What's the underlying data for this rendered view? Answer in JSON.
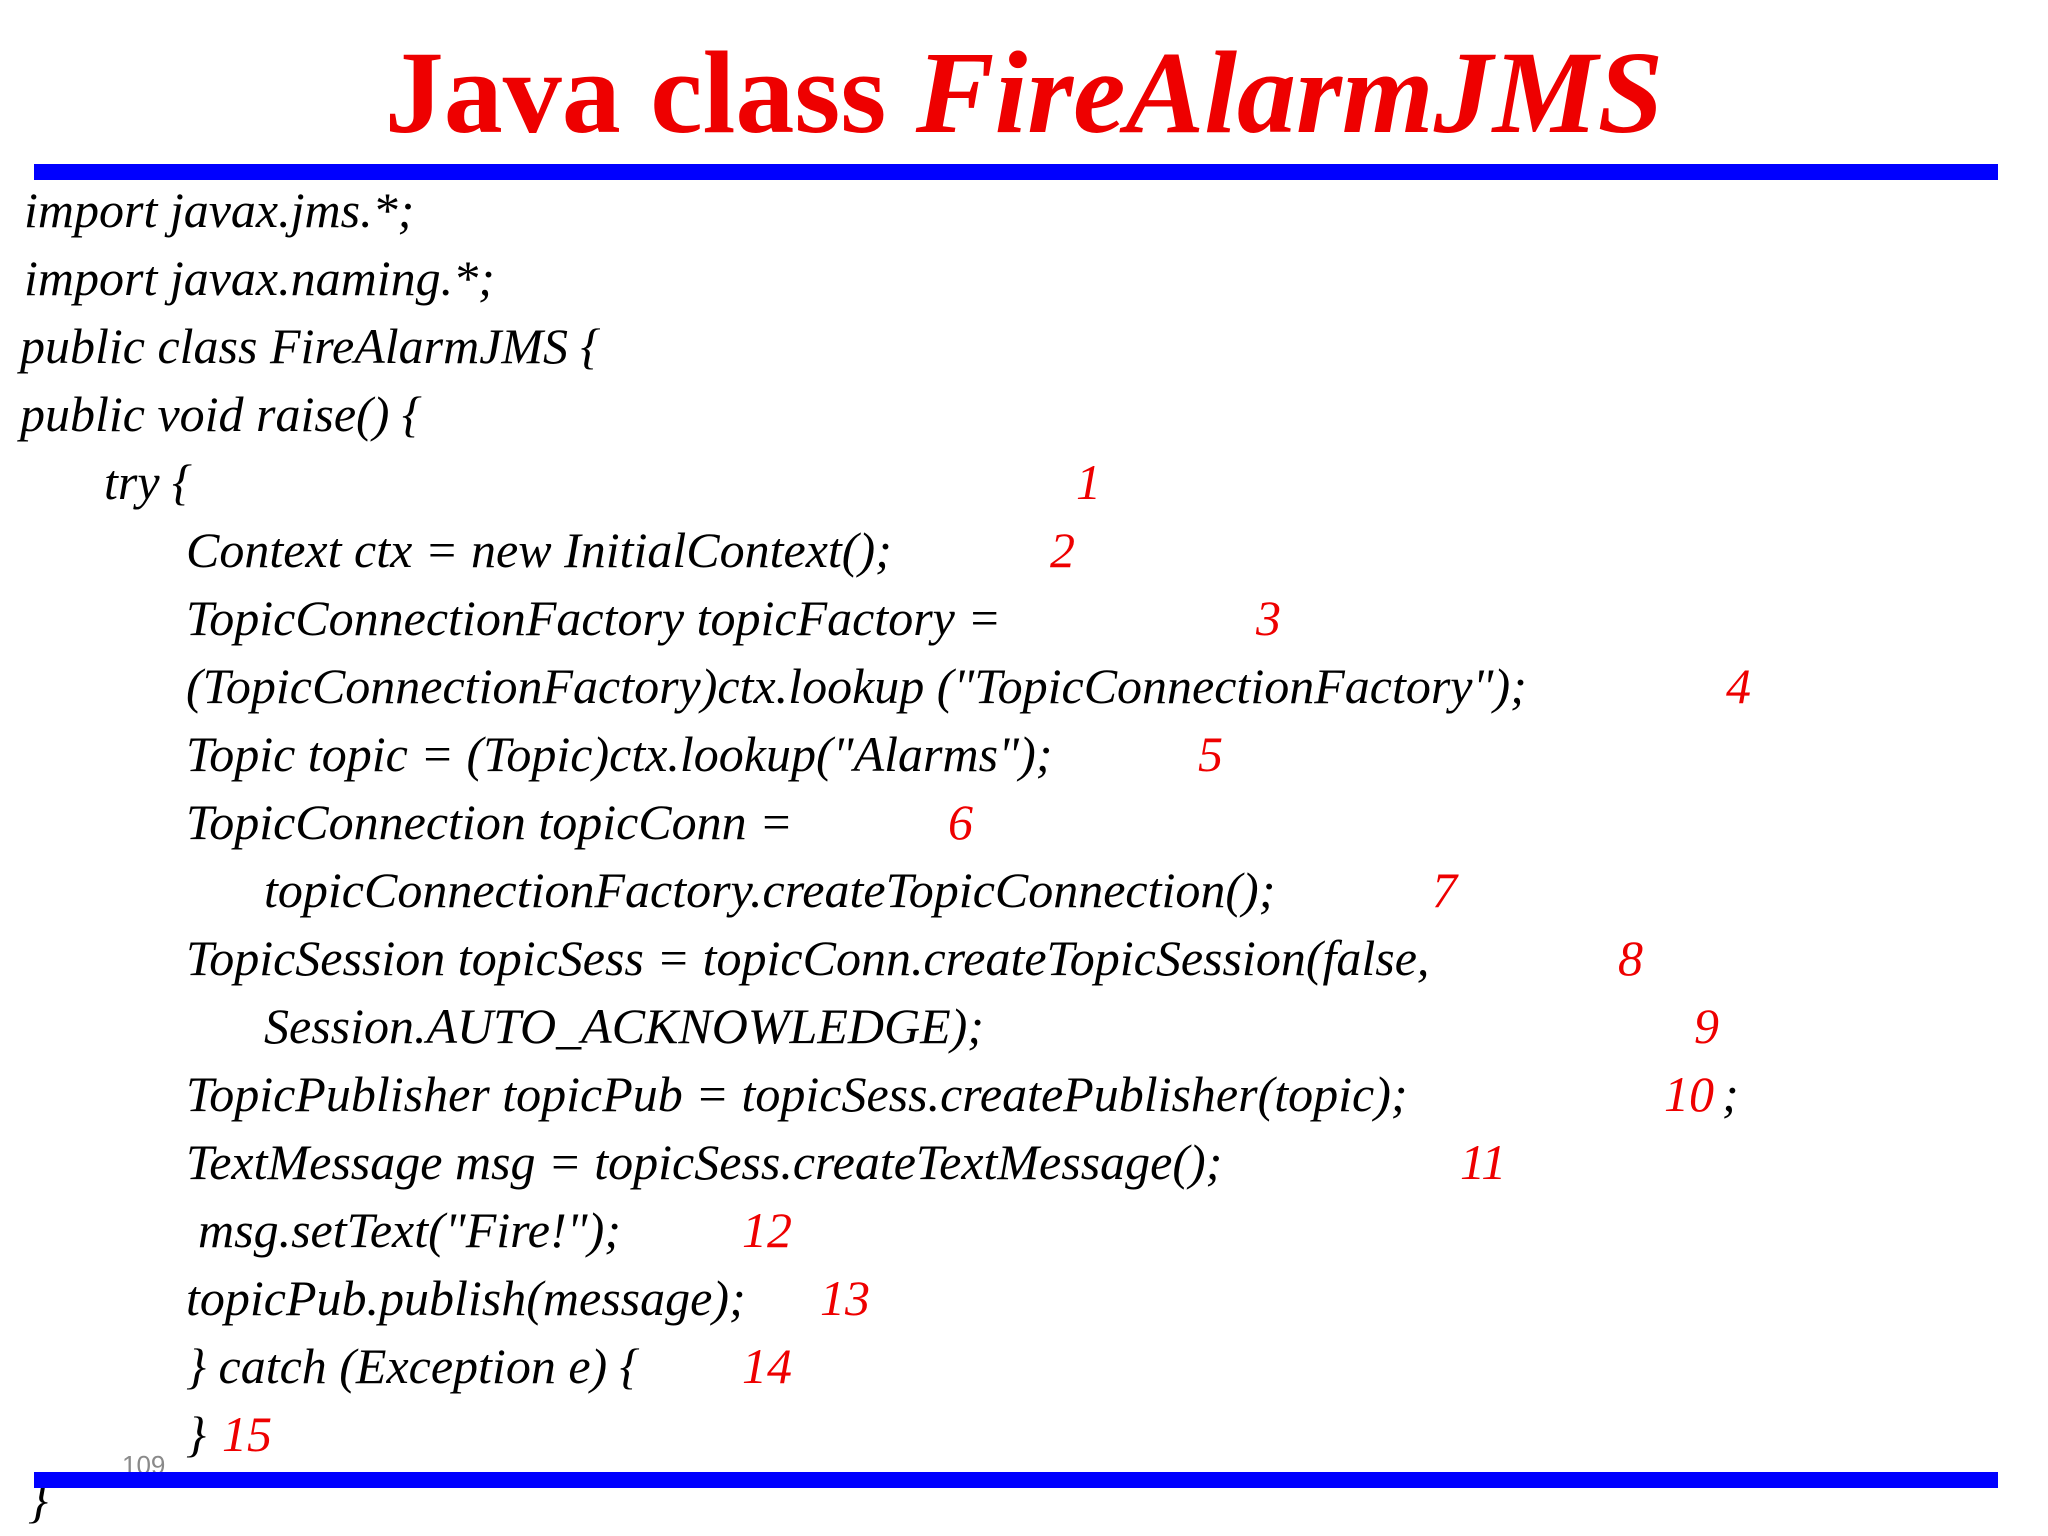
{
  "slide": {
    "title_plain": "Java class ",
    "title_italic": "FireAlarmJMS",
    "page_number": "109",
    "code_lines": [
      "import javax.jms.*;",
      "import javax.naming.*;",
      "public class FireAlarmJMS {",
      "public void raise() {",
      "try {",
      "Context ctx = new InitialContext();",
      "TopicConnectionFactory topicFactory =",
      "(TopicConnectionFactory)ctx.lookup (\"TopicConnectionFactory\");",
      "Topic topic = (Topic)ctx.lookup(\"Alarms\");",
      "TopicConnection topicConn =",
      "topicConnectionFactory.createTopicConnection();",
      "TopicSession topicSess = topicConn.createTopicSession(false,",
      "Session.AUTO_ACKNOWLEDGE);",
      "TopicPublisher topicPub = topicSess.createPublisher(topic);",
      "TextMessage msg = topicSess.createTextMessage();",
      "msg.setText(\"Fire!\");",
      "topicPub.publish(message);",
      "} catch (Exception e) {",
      "}",
      "}"
    ],
    "line_numbers": [
      "1",
      "2",
      "3",
      "4",
      "5",
      "6",
      "7",
      "8",
      "9",
      "10",
      "11",
      "12",
      "13",
      "14",
      "15"
    ],
    "trailing_semicolon": ";"
  },
  "colors": {
    "title": "#ee0000",
    "line_numbers": "#ee0000",
    "rules": "#0000ff",
    "code": "#000000",
    "background": "#ffffff"
  }
}
